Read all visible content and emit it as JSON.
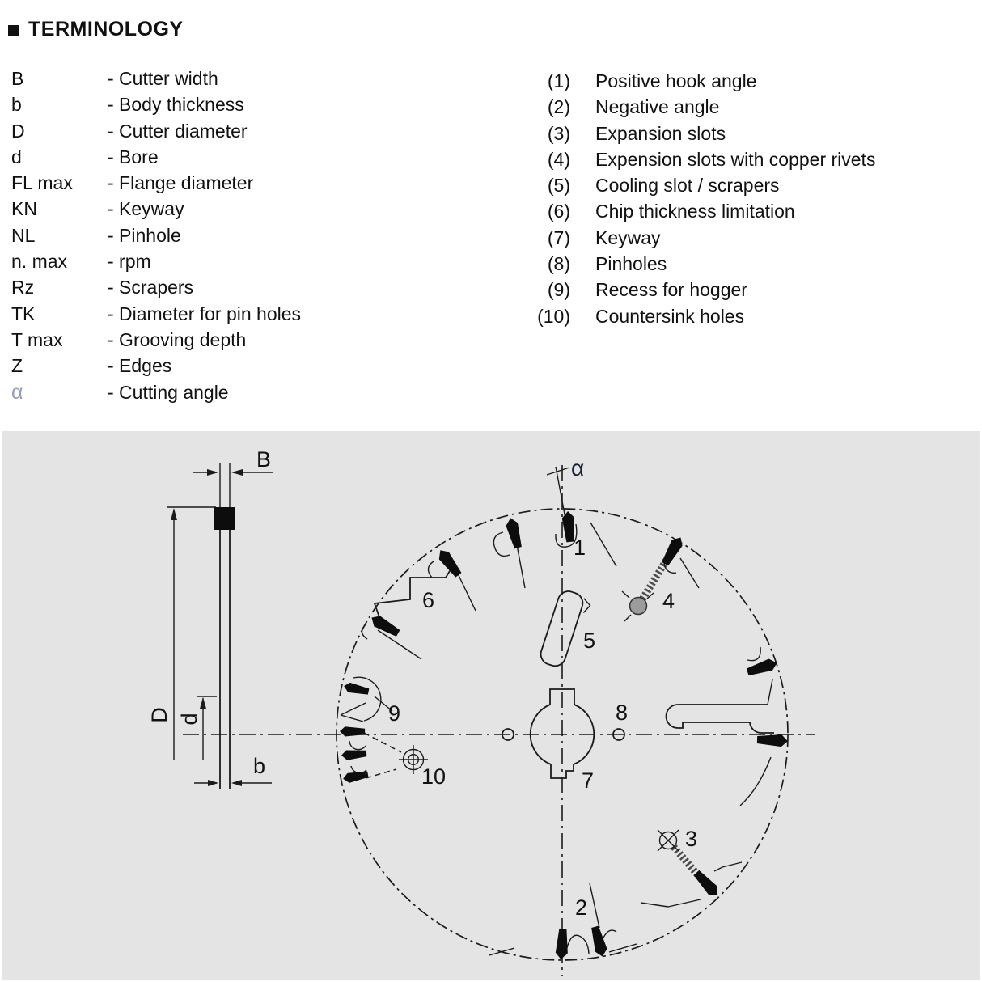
{
  "title": {
    "text": "TERMINOLOGY"
  },
  "abbreviations": [
    {
      "term": "B",
      "definition": "- Cutter width"
    },
    {
      "term": "b",
      "definition": "- Body thickness"
    },
    {
      "term": "D",
      "definition": "- Cutter diameter"
    },
    {
      "term": "d",
      "definition": "- Bore"
    },
    {
      "term": "FL max",
      "definition": "- Flange diameter"
    },
    {
      "term": "KN",
      "definition": "- Keyway"
    },
    {
      "term": "NL",
      "definition": "- Pinhole"
    },
    {
      "term": "n. max",
      "definition": "- rpm"
    },
    {
      "term": "Rz",
      "definition": "- Scrapers"
    },
    {
      "term": "TK",
      "definition": "- Diameter for pin holes"
    },
    {
      "term": "T max",
      "definition": "- Grooving depth"
    },
    {
      "term": "Z",
      "definition": "- Edges"
    },
    {
      "term": "α",
      "definition": "- Cutting angle"
    }
  ],
  "legend": [
    {
      "number": "(1)",
      "label": "Positive hook angle"
    },
    {
      "number": "(2)",
      "label": "Negative angle"
    },
    {
      "number": "(3)",
      "label": "Expansion slots"
    },
    {
      "number": "(4)",
      "label": "Expension slots with copper rivets"
    },
    {
      "number": "(5)",
      "label": "Cooling slot / scrapers"
    },
    {
      "number": "(6)",
      "label": "Chip thickness limitation"
    },
    {
      "number": "(7)",
      "label": "Keyway"
    },
    {
      "number": "(8)",
      "label": "Pinholes"
    },
    {
      "number": "(9)",
      "label": "Recess for hogger"
    },
    {
      "number": "(10)",
      "label": "Countersink holes"
    }
  ],
  "diagram": {
    "labels": {
      "B": "B",
      "D": "D",
      "d": "d",
      "b": "b",
      "alpha": "α",
      "n1": "1",
      "n2": "2",
      "n3": "3",
      "n4": "4",
      "n5": "5",
      "n6": "6",
      "n7": "7",
      "n8": "8",
      "n9": "9",
      "n10": "10"
    },
    "colors": {
      "panel_background": "#e4e4e4",
      "line": "#1b1b1b",
      "alpha_term_grey": "#94a0b6",
      "copper_rivet_grey": "#9b9b9b"
    }
  }
}
